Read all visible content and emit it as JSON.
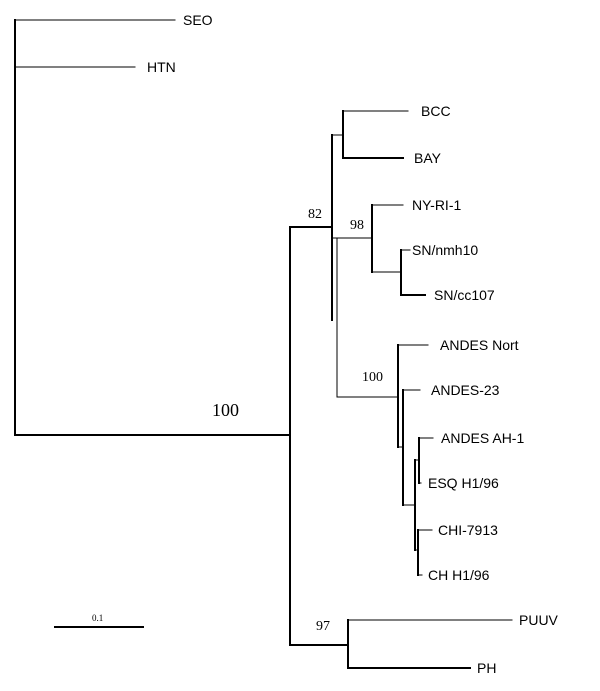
{
  "tree": {
    "leaves": {
      "seo": "SEO",
      "htn": "HTN",
      "bcc": "BCC",
      "bay": "BAY",
      "nyri1": "NY-RI-1",
      "snnmh10": "SN/nmh10",
      "sncc107": "SN/cc107",
      "andesnort": "ANDES Nort",
      "andes23": "ANDES-23",
      "andesah1": "ANDES AH-1",
      "esqh196": "ESQ H1/96",
      "chi7913": "CHI-7913",
      "chh196": "CH H1/96",
      "puuv": "PUUV",
      "ph": "PH"
    },
    "support": {
      "root_clade": "100",
      "sin_nombre_group": "82",
      "ny_sn_clade": "98",
      "andes_clade": "100",
      "puuv_ph_clade": "97"
    },
    "scale_bar": {
      "label": "0.1"
    }
  }
}
